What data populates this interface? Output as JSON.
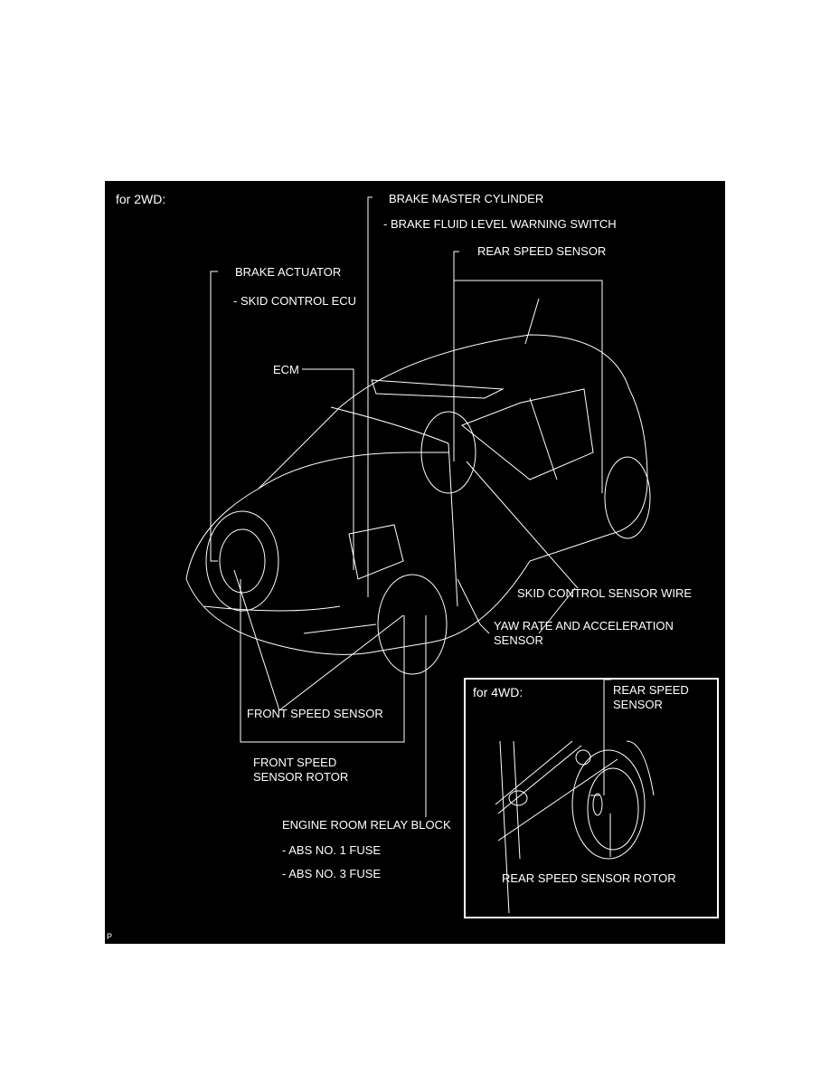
{
  "panel_2wd": {
    "title": "for 2WD:",
    "labels": {
      "brake_master_cylinder": "BRAKE MASTER CYLINDER",
      "brake_fluid_switch": "- BRAKE FLUID LEVEL WARNING SWITCH",
      "rear_speed_sensor": "REAR SPEED SENSOR",
      "brake_actuator": "BRAKE ACTUATOR",
      "skid_control_ecu": "- SKID CONTROL ECU",
      "ecm": "ECM",
      "skid_control_sensor_wire": "SKID CONTROL SENSOR WIRE",
      "yaw_rate_1": "YAW RATE AND ACCELERATION",
      "yaw_rate_2": "SENSOR",
      "front_speed_sensor": "FRONT SPEED SENSOR",
      "front_rotor_1": "FRONT SPEED",
      "front_rotor_2": "SENSOR ROTOR",
      "relay_block": "ENGINE ROOM RELAY BLOCK",
      "abs1": "- ABS NO. 1 FUSE",
      "abs3": "- ABS NO. 3 FUSE"
    }
  },
  "panel_4wd": {
    "title": "for 4WD:",
    "rear_speed_sensor_1": "REAR SPEED",
    "rear_speed_sensor_2": "SENSOR",
    "rear_rotor": "REAR SPEED SENSOR ROTOR"
  },
  "footer_code": "P"
}
